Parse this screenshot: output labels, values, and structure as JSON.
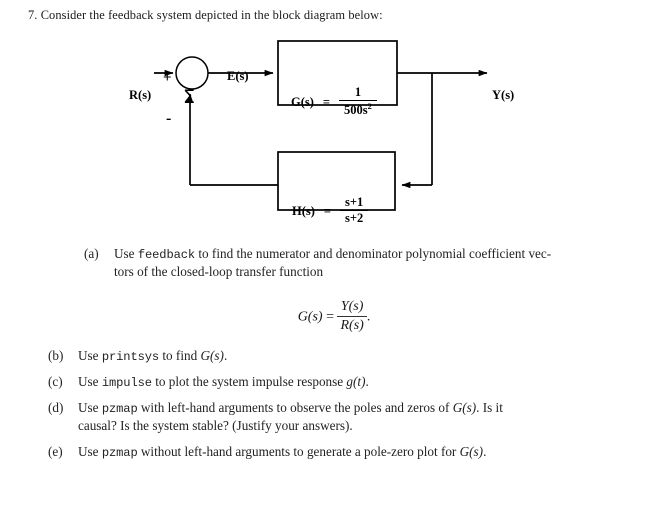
{
  "question": {
    "number": "7.",
    "stem": "7. Consider the feedback system depicted in the block diagram below:"
  },
  "diagram": {
    "name": "feedback-block-diagram",
    "input_label": "R(s)",
    "error_label": "E(s)",
    "output_label": "Y(s)",
    "sum_symbol": "Σ",
    "plus_sign": "+",
    "minus_sign": "-",
    "forward_block": {
      "name": "G(s)",
      "equals": "=",
      "numerator": "1",
      "denominator": "500s",
      "denominator_exponent": "2"
    },
    "feedback_block": {
      "name": "H(s)",
      "equals": "=",
      "numerator": "s+1",
      "denominator": "s+2"
    },
    "line_color": "#000000"
  },
  "parts": [
    {
      "marker": "(a)",
      "segments": [
        {
          "text": "Use ",
          "style": "normal"
        },
        {
          "text": "feedback",
          "style": "mono"
        },
        {
          "text": " to find the numerator and denominator polynomial coefficient vec-",
          "style": "normal"
        }
      ],
      "line2": "tors of the closed-loop transfer function"
    },
    {
      "marker": "(b)",
      "segments": [
        {
          "text": "Use ",
          "style": "normal"
        },
        {
          "text": "printsys",
          "style": "mono"
        },
        {
          "text": " to find ",
          "style": "normal"
        },
        {
          "text": "G(s)",
          "style": "italic"
        },
        {
          "text": ".",
          "style": "normal"
        }
      ]
    },
    {
      "marker": "(c)",
      "segments": [
        {
          "text": "Use ",
          "style": "normal"
        },
        {
          "text": "impulse",
          "style": "mono"
        },
        {
          "text": " to plot the system impulse response ",
          "style": "normal"
        },
        {
          "text": "g(t)",
          "style": "italic"
        },
        {
          "text": ".",
          "style": "normal"
        }
      ]
    },
    {
      "marker": "(d)",
      "segments": [
        {
          "text": "Use ",
          "style": "normal"
        },
        {
          "text": "pzmap",
          "style": "mono"
        },
        {
          "text": " with left-hand arguments to observe the poles and zeros of ",
          "style": "normal"
        },
        {
          "text": "G(s)",
          "style": "italic"
        },
        {
          "text": ". Is it",
          "style": "normal"
        }
      ],
      "line2": "causal? Is the system stable? (Justify your answers)."
    },
    {
      "marker": "(e)",
      "segments": [
        {
          "text": "Use ",
          "style": "normal"
        },
        {
          "text": "pzmap",
          "style": "mono"
        },
        {
          "text": " without left-hand arguments to generate a pole-zero plot for ",
          "style": "normal"
        },
        {
          "text": "G(s)",
          "style": "italic"
        },
        {
          "text": ".",
          "style": "normal"
        }
      ]
    }
  ],
  "display_equation": {
    "lhs": "G(s)",
    "equals": "=",
    "numerator": "Y(s)",
    "denominator": "R(s)",
    "trailing": "."
  }
}
